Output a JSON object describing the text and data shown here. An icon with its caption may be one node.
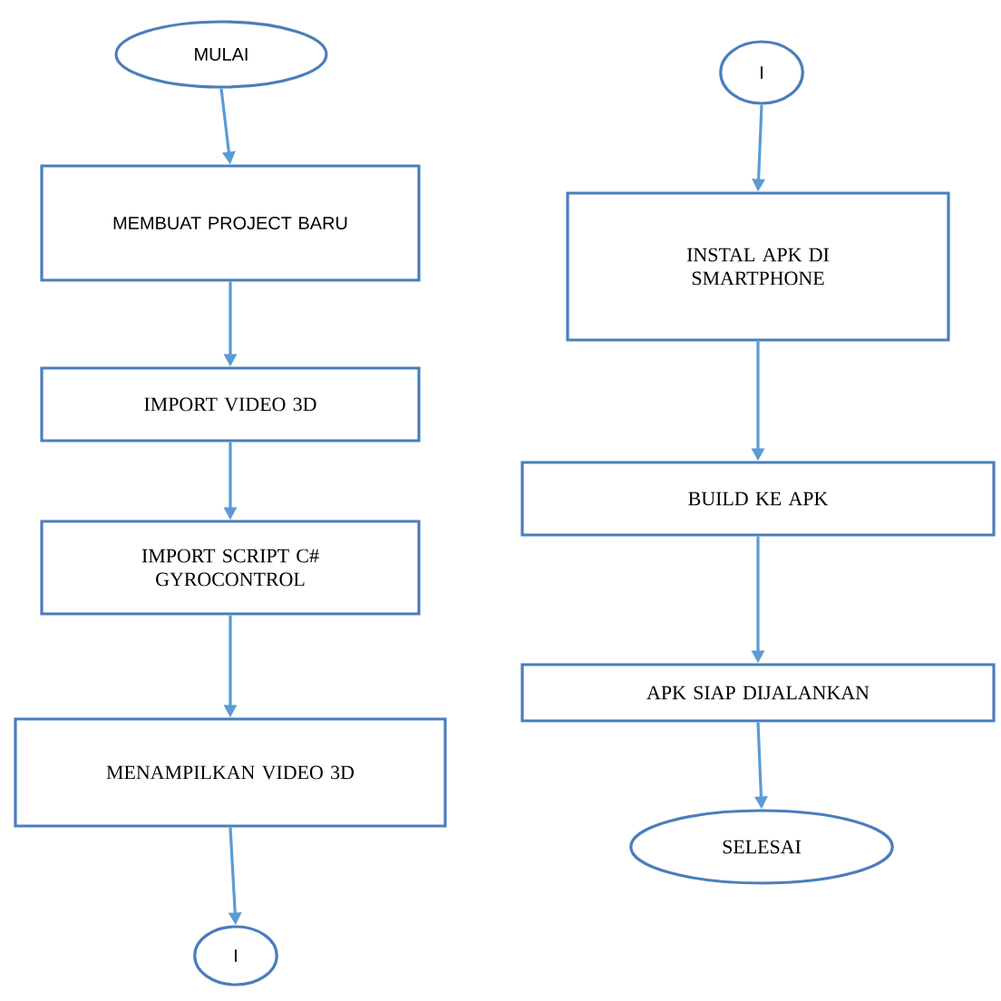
{
  "diagram": {
    "nodes": [
      {
        "text": [
          "MULAI"
        ]
      },
      {
        "text": [
          "MEMBUAT PROJECT BARU"
        ]
      },
      {
        "text": [
          "IMPORT VIDEO 3D"
        ]
      },
      {
        "text": [
          "IMPORT SCRIPT C# GYROCONTROL"
        ]
      },
      {
        "text": [
          "MENAMPILKAN VIDEO 3D"
        ]
      },
      {
        "text": [
          "I"
        ]
      },
      {
        "text": [
          "I"
        ]
      },
      {
        "text": [
          "INSTAL APK DI SMARTPHONE"
        ]
      },
      {
        "text": [
          "BUILD KE APK"
        ]
      },
      {
        "text": [
          "APK SIAP DIJALANKAN"
        ]
      },
      {
        "text": [
          "SELESAI"
        ]
      }
    ],
    "edges": [
      {
        "from": 0,
        "to": 1,
        "arrow": "to"
      },
      {
        "from": 1,
        "to": 2,
        "arrow": "to"
      },
      {
        "from": 2,
        "to": 3,
        "arrow": "to"
      },
      {
        "from": 3,
        "to": 4,
        "arrow": "to"
      },
      {
        "from": 4,
        "to": 5,
        "arrow": "to"
      },
      {
        "from": 6,
        "to": 7,
        "arrow": "to"
      },
      {
        "from": 7,
        "to": 8,
        "arrow": "to"
      },
      {
        "from": 8,
        "to": 9,
        "arrow": "to"
      },
      {
        "from": 9,
        "to": 10,
        "arrow": "to"
      }
    ]
  }
}
